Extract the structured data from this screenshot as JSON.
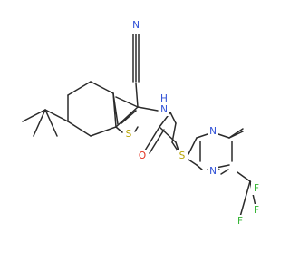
{
  "molecule": {
    "atoms": [
      {
        "key": "N_nitrile",
        "label": "N",
        "color": "#2e4fd6"
      },
      {
        "key": "N_amide",
        "label": "N",
        "color": "#2e4fd6"
      },
      {
        "key": "H_amide",
        "label": "H",
        "color": "#2e4fd6"
      },
      {
        "key": "S_thiophene",
        "label": "S",
        "color": "#b8a400"
      },
      {
        "key": "O_carbonyl",
        "label": "O",
        "color": "#e2301e"
      },
      {
        "key": "S_thioether",
        "label": "S",
        "color": "#b8a400"
      },
      {
        "key": "N_pyr_top",
        "label": "N",
        "color": "#2e4fd6"
      },
      {
        "key": "N_pyr_bottom",
        "label": "N",
        "color": "#2e4fd6"
      },
      {
        "key": "F_top",
        "label": "F",
        "color": "#33b433"
      },
      {
        "key": "F_right",
        "label": "F",
        "color": "#33b433"
      },
      {
        "key": "F_bottom",
        "label": "F",
        "color": "#33b433"
      }
    ],
    "bond_color": "#2b2b2b",
    "background": "#ffffff"
  }
}
